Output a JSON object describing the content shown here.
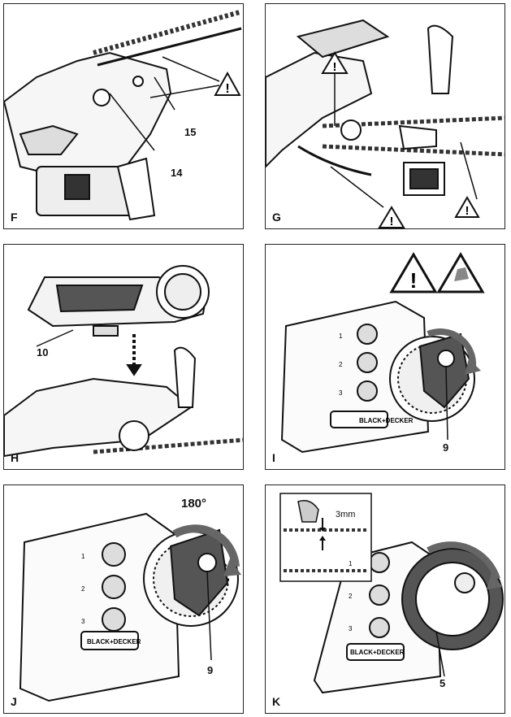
{
  "panels": {
    "F": {
      "letter": "F",
      "callouts": [
        "15",
        "14"
      ]
    },
    "G": {
      "letter": "G"
    },
    "H": {
      "letter": "H",
      "callouts": [
        "10"
      ]
    },
    "I": {
      "letter": "I",
      "callouts": [
        "9"
      ],
      "brand": "BLACK+DECKER",
      "steps": [
        "1",
        "2",
        "3"
      ]
    },
    "J": {
      "letter": "J",
      "callouts": [
        "9"
      ],
      "rotation": "180°",
      "brand": "BLACK+DECKER",
      "steps": [
        "1",
        "2",
        "3"
      ]
    },
    "K": {
      "letter": "K",
      "callouts": [
        "5"
      ],
      "inset_label": "3mm",
      "brand": "BLACK+DECKER",
      "steps": [
        "1",
        "2",
        "3"
      ]
    }
  },
  "icons": [
    "warning-triangle-icon",
    "wear-gloves-icon",
    "rotate-arrow-icon"
  ]
}
